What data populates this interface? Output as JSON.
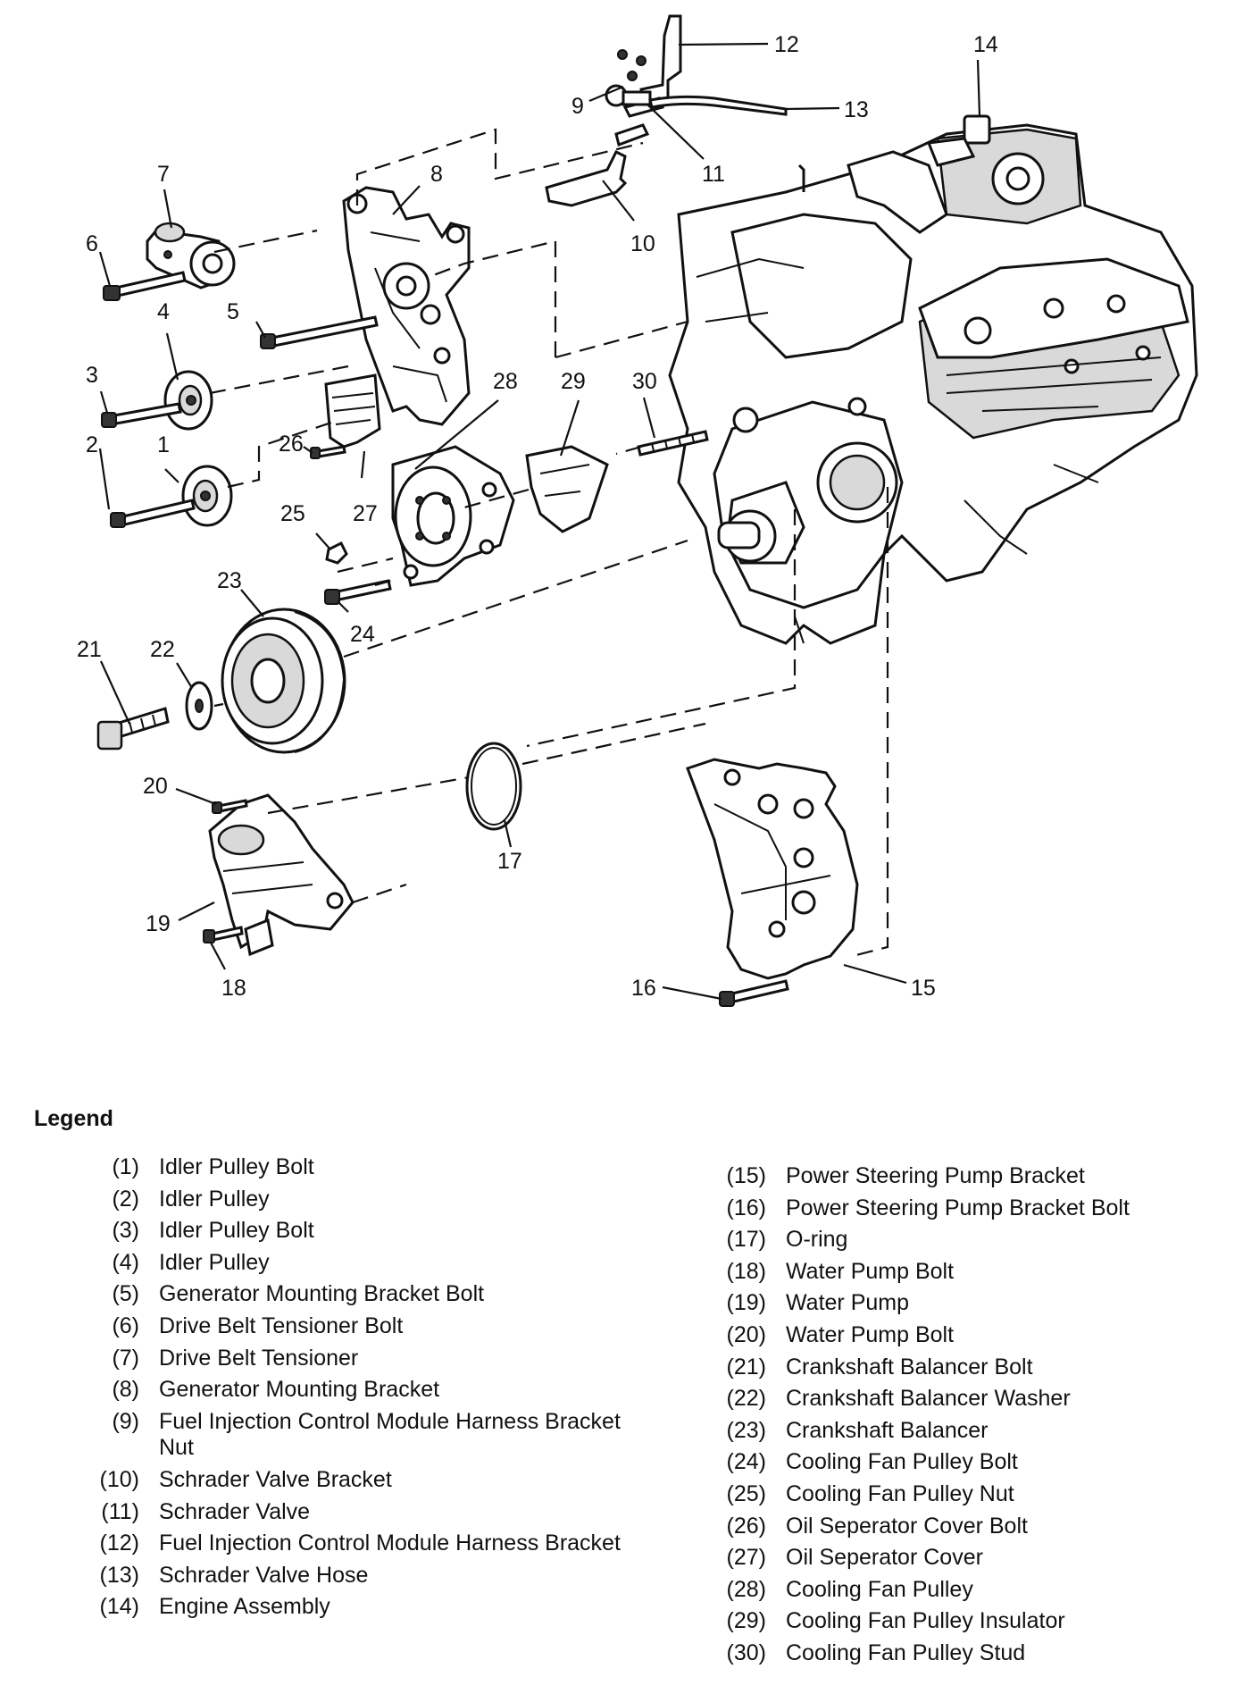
{
  "legend": {
    "title": "Legend",
    "items": [
      {
        "num": "(1)",
        "name": "Idler Pulley Bolt"
      },
      {
        "num": "(2)",
        "name": "Idler Pulley"
      },
      {
        "num": "(3)",
        "name": "Idler Pulley Bolt"
      },
      {
        "num": "(4)",
        "name": "Idler Pulley"
      },
      {
        "num": "(5)",
        "name": "Generator Mounting Bracket Bolt"
      },
      {
        "num": "(6)",
        "name": "Drive Belt Tensioner Bolt"
      },
      {
        "num": "(7)",
        "name": "Drive Belt Tensioner"
      },
      {
        "num": "(8)",
        "name": "Generator Mounting Bracket"
      },
      {
        "num": "(9)",
        "name": "Fuel Injection Control Module Harness Bracket Nut"
      },
      {
        "num": "(10)",
        "name": "Schrader Valve Bracket"
      },
      {
        "num": "(11)",
        "name": "Schrader Valve"
      },
      {
        "num": "(12)",
        "name": "Fuel Injection Control Module Harness Bracket"
      },
      {
        "num": "(13)",
        "name": "Schrader Valve Hose"
      },
      {
        "num": "(14)",
        "name": "Engine Assembly"
      },
      {
        "num": "(15)",
        "name": "Power Steering Pump Bracket"
      },
      {
        "num": "(16)",
        "name": "Power Steering Pump Bracket Bolt"
      },
      {
        "num": "(17)",
        "name": "O-ring"
      },
      {
        "num": "(18)",
        "name": "Water Pump Bolt"
      },
      {
        "num": "(19)",
        "name": "Water Pump"
      },
      {
        "num": "(20)",
        "name": "Water Pump Bolt"
      },
      {
        "num": "(21)",
        "name": "Crankshaft Balancer Bolt"
      },
      {
        "num": "(22)",
        "name": "Crankshaft Balancer Washer"
      },
      {
        "num": "(23)",
        "name": "Crankshaft Balancer"
      },
      {
        "num": "(24)",
        "name": "Cooling Fan Pulley Bolt"
      },
      {
        "num": "(25)",
        "name": "Cooling Fan Pulley Nut"
      },
      {
        "num": "(26)",
        "name": "Oil Seperator Cover Bolt"
      },
      {
        "num": "(27)",
        "name": "Oil Seperator Cover"
      },
      {
        "num": "(28)",
        "name": "Cooling Fan Pulley"
      },
      {
        "num": "(29)",
        "name": "Cooling Fan Pulley Insulator"
      },
      {
        "num": "(30)",
        "name": "Cooling Fan Pulley Stud"
      }
    ]
  },
  "callouts": {
    "c1": "1",
    "c2": "2",
    "c3": "3",
    "c4": "4",
    "c5": "5",
    "c6": "6",
    "c7": "7",
    "c8": "8",
    "c9": "9",
    "c10": "10",
    "c11": "11",
    "c12": "12",
    "c13": "13",
    "c14": "14",
    "c15": "15",
    "c16": "16",
    "c17": "17",
    "c18": "18",
    "c19": "19",
    "c20": "20",
    "c21": "21",
    "c22": "22",
    "c23": "23",
    "c24": "24",
    "c25": "25",
    "c26": "26",
    "c27": "27",
    "c28": "28",
    "c29": "29",
    "c30": "30"
  }
}
